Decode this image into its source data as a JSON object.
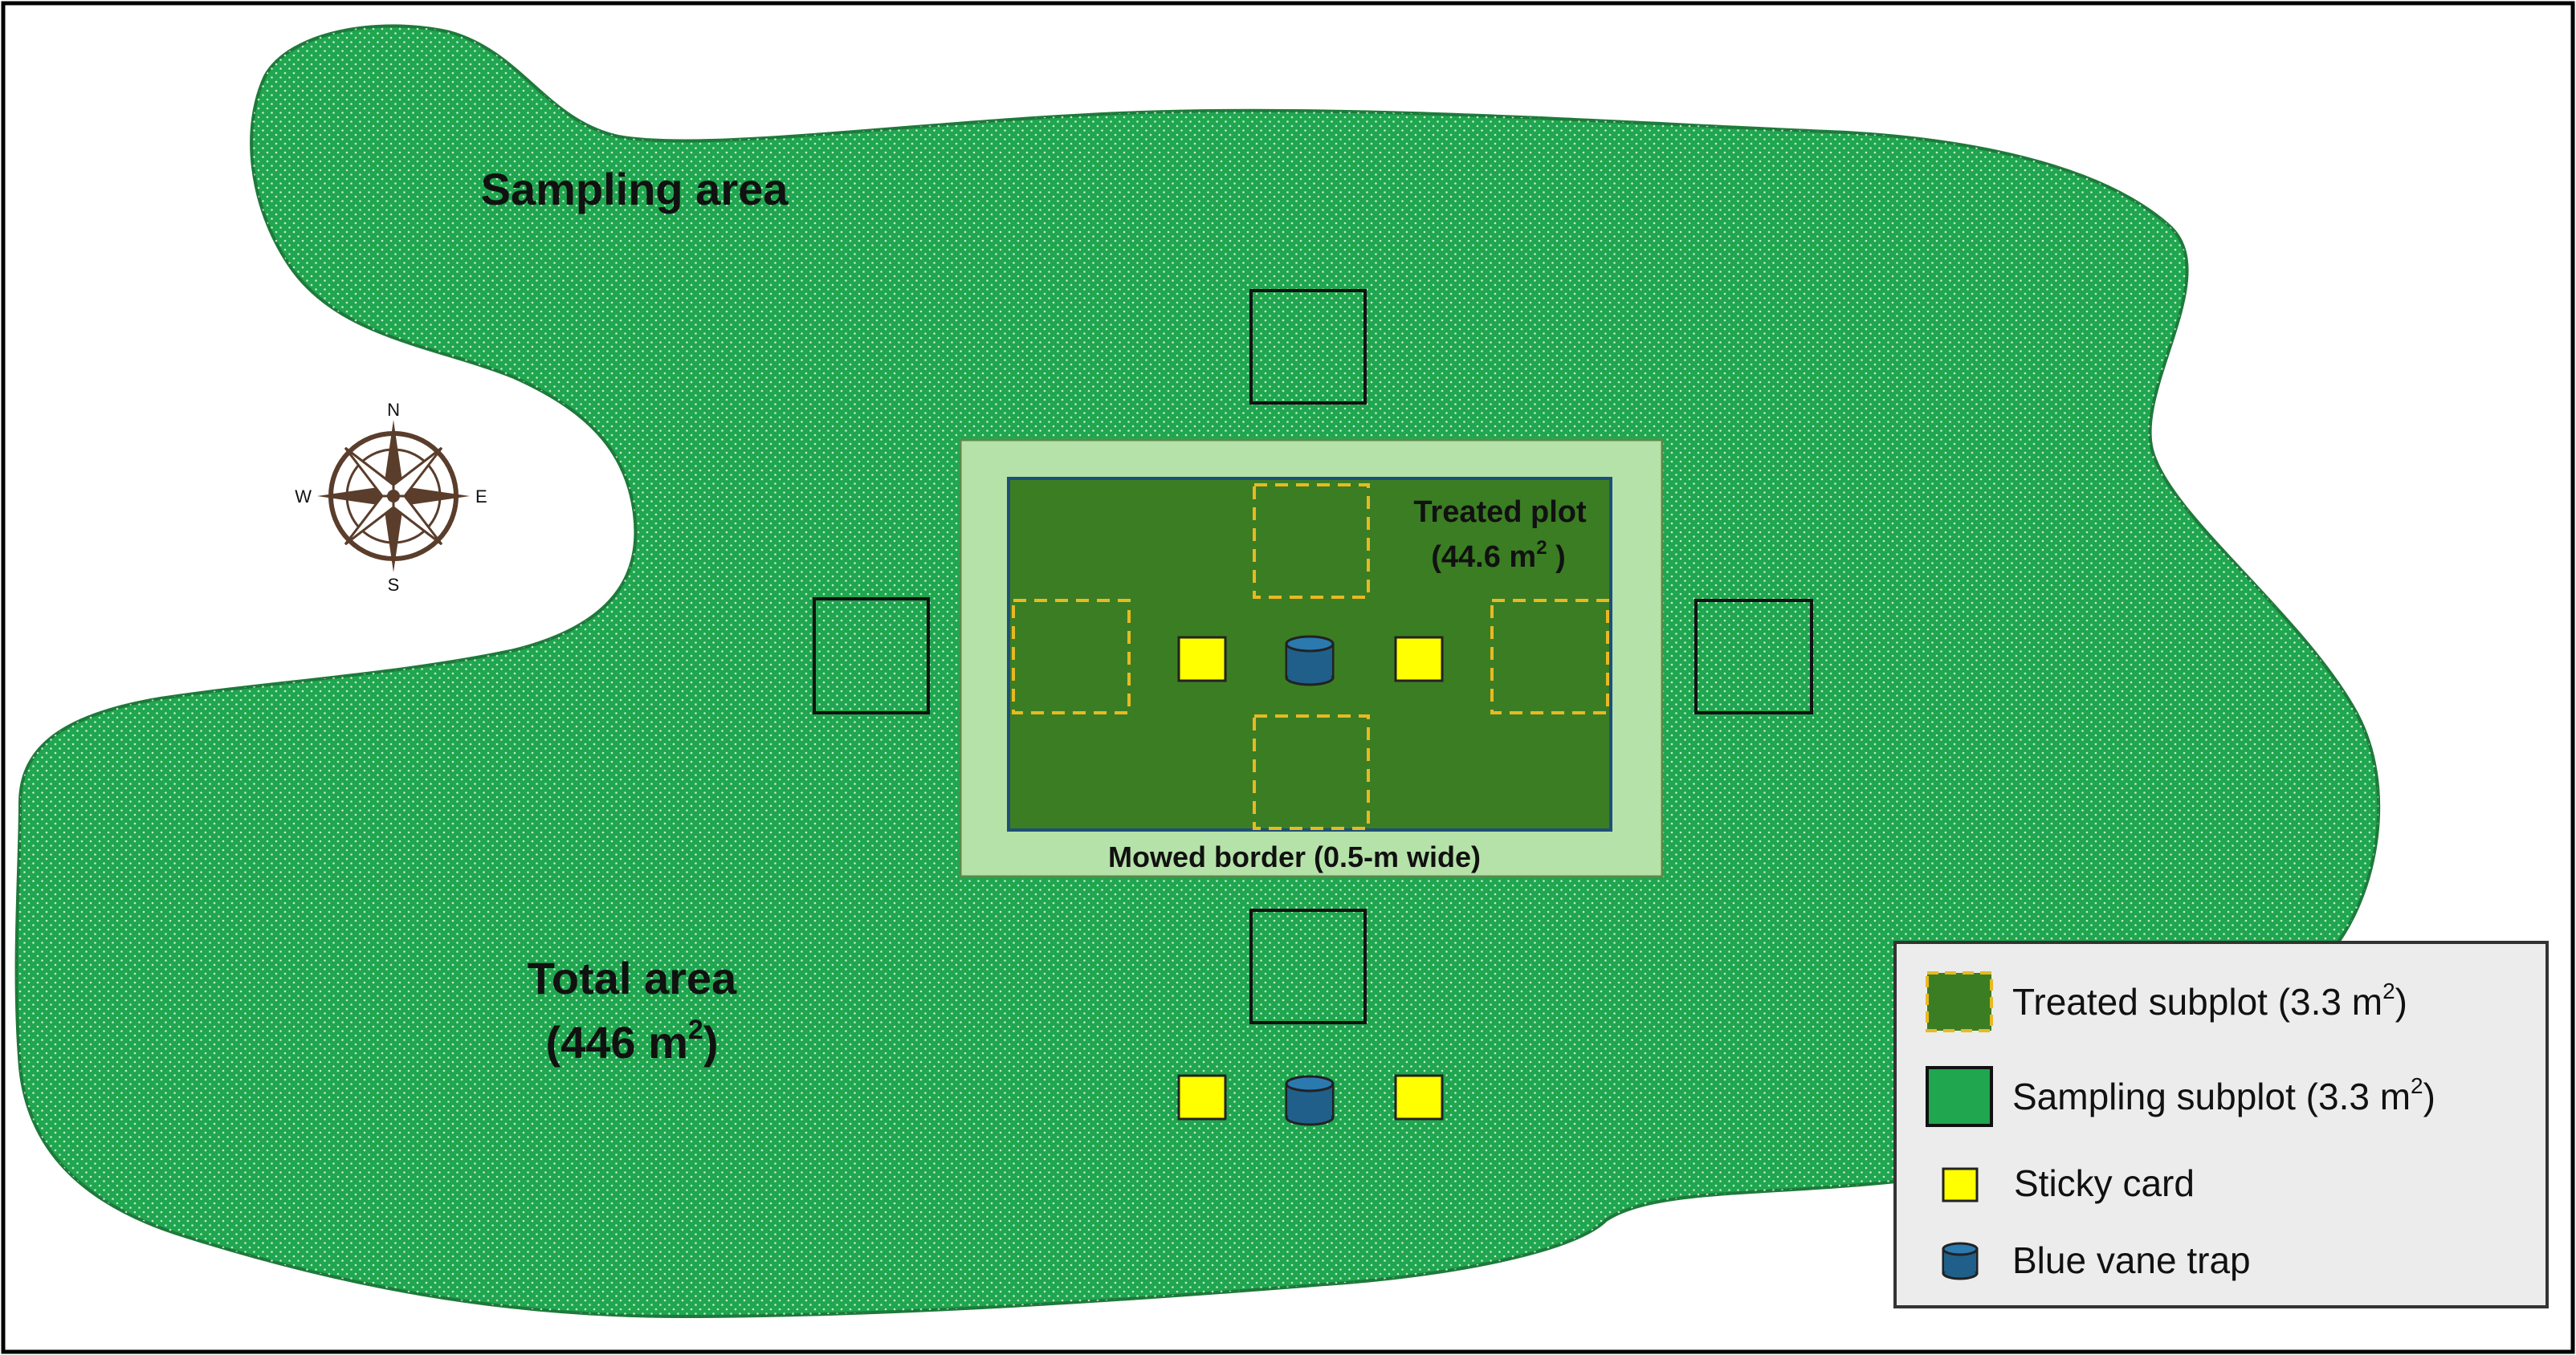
{
  "labels": {
    "sampling_area": "Sampling area",
    "total_area_line1": "Total area",
    "total_area_value": "(446 m",
    "total_area_sup": "2",
    "total_area_close": ")",
    "treated_plot_line1": "Treated plot",
    "treated_plot_value": "(44.6 m",
    "treated_plot_sup": "2",
    "treated_plot_close": " )",
    "mowed_border": "Mowed border (0.5-m wide)"
  },
  "compass": {
    "n": "N",
    "s": "S",
    "e": "E",
    "w": "W"
  },
  "legend": {
    "items": [
      {
        "label": "Treated subplot (3.3 m",
        "sup": "2",
        "close": ")",
        "icon": "treated-subplot-swatch"
      },
      {
        "label": "Sampling subplot (3.3 m",
        "sup": "2",
        "close": ")",
        "icon": "sampling-subplot-swatch"
      },
      {
        "label": "Sticky card",
        "icon": "sticky-card-icon"
      },
      {
        "label": "Blue vane trap",
        "icon": "blue-vane-trap-icon"
      }
    ]
  },
  "colors": {
    "area_green": "#1fa64f",
    "border_light_green": "#b5e2a9",
    "treated_dark_green": "#3b7d23",
    "treated_outline": "#1e4f7a",
    "dashed_yellow": "#e8b923",
    "sticky_yellow": "#ffff00",
    "trap_blue": "#1f5f8a",
    "legend_bg": "#ececec"
  }
}
